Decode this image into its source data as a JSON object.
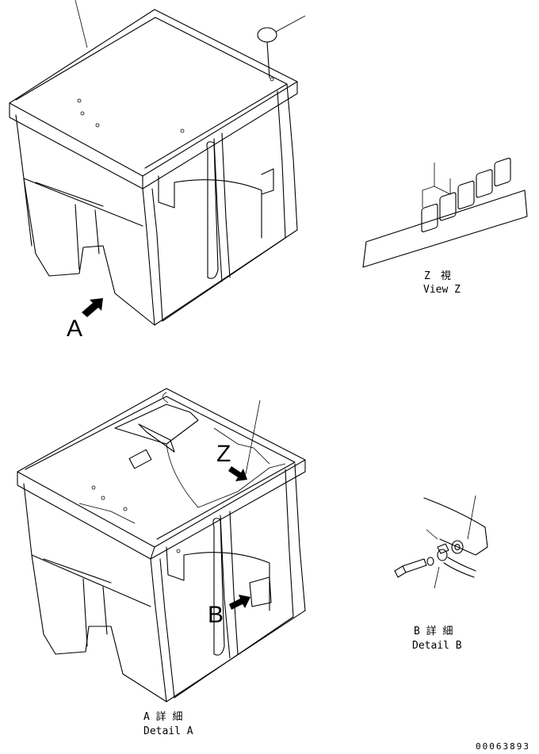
{
  "callouts": {
    "a": "A",
    "b": "B",
    "z": "Z"
  },
  "captions": {
    "view_z_jp": "Z　視",
    "view_z_en": "View Z",
    "detail_a_jp": "A 詳 細",
    "detail_a_en": "Detail A",
    "detail_b_jp": "B 詳 細",
    "detail_b_en": "Detail B"
  },
  "document_number": "00063893"
}
